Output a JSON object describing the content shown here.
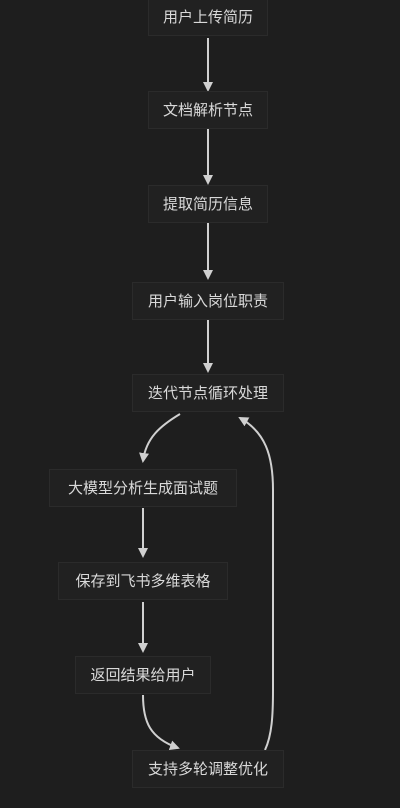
{
  "diagram": {
    "colors": {
      "background": "#1e1e1e",
      "node_fill": "#212121",
      "node_border": "#2b2b2b",
      "text": "#d9d9d9",
      "edge": "#d0d0d0"
    },
    "nodes": [
      {
        "id": "n1",
        "label": "用户上传简历"
      },
      {
        "id": "n2",
        "label": "文档解析节点"
      },
      {
        "id": "n3",
        "label": "提取简历信息"
      },
      {
        "id": "n4",
        "label": "用户输入岗位职责"
      },
      {
        "id": "n5",
        "label": "迭代节点循环处理"
      },
      {
        "id": "n6",
        "label": "大模型分析生成面试题"
      },
      {
        "id": "n7",
        "label": "保存到飞书多维表格"
      },
      {
        "id": "n8",
        "label": "返回结果给用户"
      },
      {
        "id": "n9",
        "label": "支持多轮调整优化"
      }
    ],
    "edges": [
      {
        "from": "n1",
        "to": "n2"
      },
      {
        "from": "n2",
        "to": "n3"
      },
      {
        "from": "n3",
        "to": "n4"
      },
      {
        "from": "n4",
        "to": "n5"
      },
      {
        "from": "n5",
        "to": "n6"
      },
      {
        "from": "n6",
        "to": "n7"
      },
      {
        "from": "n7",
        "to": "n8"
      },
      {
        "from": "n8",
        "to": "n9"
      },
      {
        "from": "n9",
        "to": "n5"
      }
    ]
  }
}
